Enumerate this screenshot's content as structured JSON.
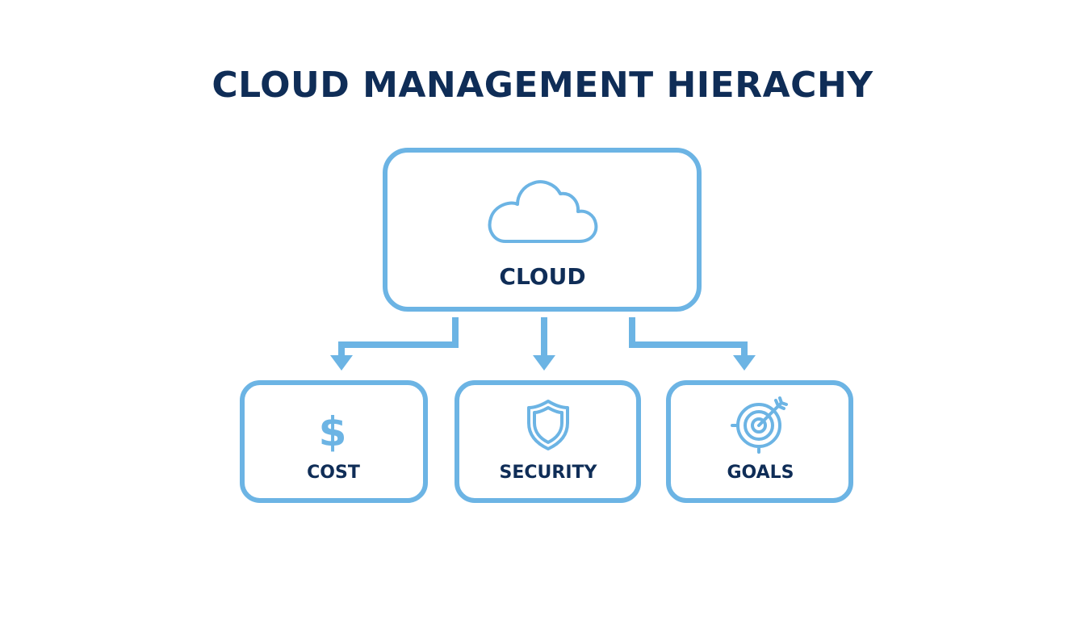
{
  "title": "CLOUD MANAGEMENT HIERACHY",
  "root": {
    "label": "CLOUD",
    "icon": "cloud-icon"
  },
  "children": [
    {
      "label": "COST",
      "icon": "dollar-icon",
      "glyph": "$"
    },
    {
      "label": "SECURITY",
      "icon": "shield-icon"
    },
    {
      "label": "GOALS",
      "icon": "target-icon"
    }
  ],
  "colors": {
    "accent": "#6cb4e4",
    "text": "#0f2d57",
    "background": "#ffffff"
  }
}
